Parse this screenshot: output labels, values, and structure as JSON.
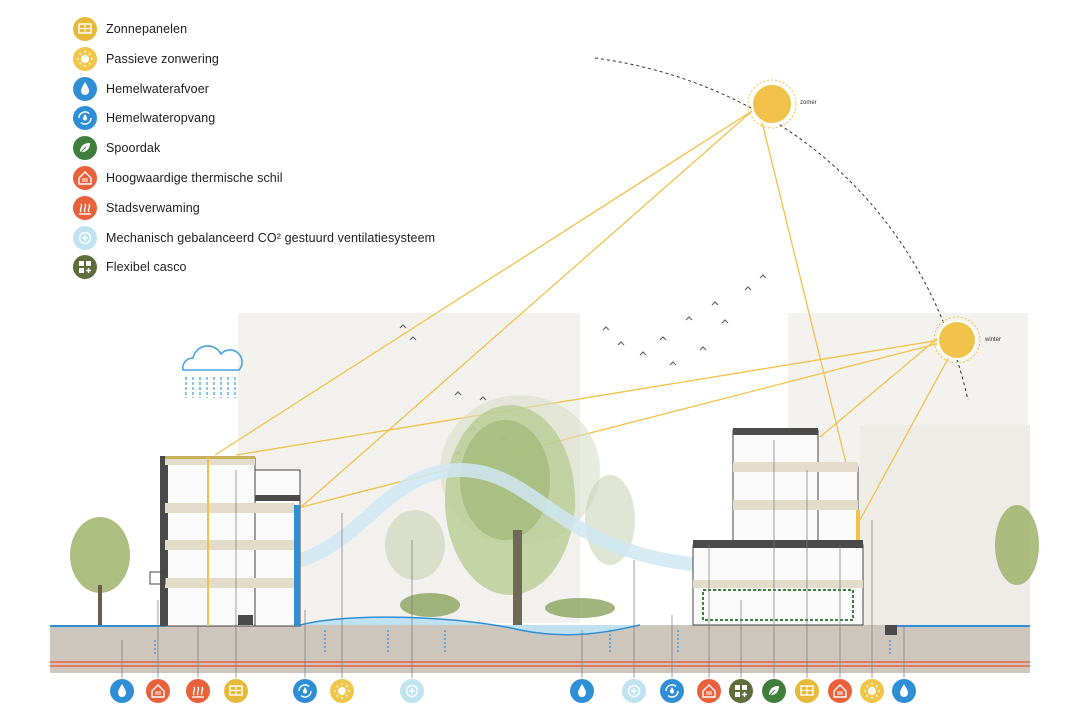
{
  "legend": [
    {
      "id": "solar",
      "label": "Zonnepanelen",
      "icon": "solar-panel-icon",
      "color": "#e7b93b"
    },
    {
      "id": "shade",
      "label": "Passieve zonwering",
      "icon": "sun-shade-icon",
      "color": "#efc64a"
    },
    {
      "id": "drain",
      "label": "Hemelwaterafvoer",
      "icon": "water-drop-icon",
      "color": "#2f8fd6"
    },
    {
      "id": "collect",
      "label": "Hemelwateropvang",
      "icon": "water-cycle-icon",
      "color": "#2f8fd6"
    },
    {
      "id": "greenroof",
      "label": "Spoordak",
      "icon": "leaf-icon",
      "color": "#3f7f3b"
    },
    {
      "id": "thermal",
      "label": "Hoogwaardige thermische schil",
      "icon": "insulated-house-icon",
      "color": "#e9613b"
    },
    {
      "id": "heat",
      "label": "Stadsverwaming",
      "icon": "heating-icon",
      "color": "#e9613b"
    },
    {
      "id": "vent",
      "label": "Mechanisch gebalanceerd CO² gestuurd ventilatiesysteem",
      "icon": "ventilation-icon",
      "color": "#bfe3f0"
    },
    {
      "id": "casco",
      "label": "Flexibel casco",
      "icon": "flexible-frame-icon",
      "color": "#5d6e3a"
    }
  ],
  "sun": {
    "summer_label": "zomer",
    "winter_label": "winter",
    "color": "#f0c24a"
  },
  "bottom_icons": [
    "drain",
    "thermal",
    "heat",
    "solar",
    "collect",
    "shade",
    "vent",
    "drain",
    "vent",
    "collect",
    "thermal",
    "casco",
    "greenroof",
    "solar",
    "thermal",
    "shade",
    "drain"
  ]
}
